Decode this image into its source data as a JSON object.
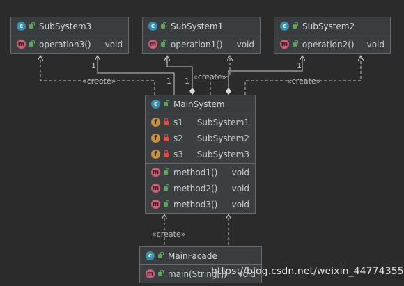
{
  "classes": {
    "subsystem3": {
      "name": "SubSystem3",
      "methods": [
        {
          "name": "operation3()",
          "type": "void"
        }
      ]
    },
    "subsystem1": {
      "name": "SubSystem1",
      "methods": [
        {
          "name": "operation1()",
          "type": "void"
        }
      ]
    },
    "subsystem2": {
      "name": "SubSystem2",
      "methods": [
        {
          "name": "operation2()",
          "type": "void"
        }
      ]
    },
    "mainsystem": {
      "name": "MainSystem",
      "fields": [
        {
          "name": "s1",
          "type": "SubSystem1"
        },
        {
          "name": "s2",
          "type": "SubSystem2"
        },
        {
          "name": "s3",
          "type": "SubSystem3"
        }
      ],
      "methods": [
        {
          "name": "method1()",
          "type": "void"
        },
        {
          "name": "method2()",
          "type": "void"
        },
        {
          "name": "method3()",
          "type": "void"
        }
      ]
    },
    "mainfacade": {
      "name": "MainFacade",
      "methods": [
        {
          "name": "main(String[])",
          "type": "void"
        }
      ]
    }
  },
  "badges": {
    "class": "c",
    "method": "m",
    "field": "f"
  },
  "labels": {
    "create": "«create»",
    "multiplicity": "1"
  },
  "watermark": "https://blog.csdn.net/weixin_44774355",
  "colors": {
    "background": "#2b2b2b",
    "class_badge": "#3f8ea8",
    "method_badge": "#c8627a",
    "field_badge": "#c2914a",
    "public": "#5fa35f",
    "private": "#d0504a"
  }
}
